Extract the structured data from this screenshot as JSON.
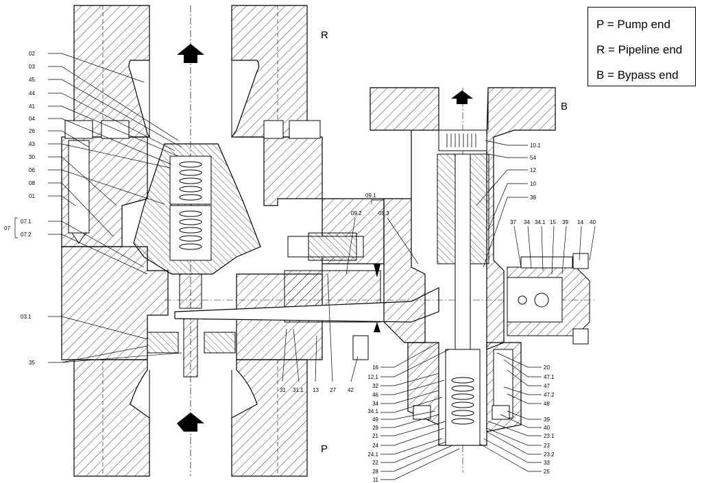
{
  "legend": [
    {
      "text": "P = Pump end"
    },
    {
      "text": "R = Pipeline end"
    },
    {
      "text": "B = Bypass end"
    }
  ],
  "port_letters": {
    "r": "R",
    "b": "B",
    "p": "P"
  },
  "left_labels": [
    "02",
    "03",
    "45",
    "44",
    "41",
    "04",
    "26",
    "43",
    "30",
    "06",
    "08",
    "01",
    "07.1",
    "07.2",
    "03.1",
    "35"
  ],
  "group_label_07": "07",
  "group_label_091": "09.1",
  "mid_labels": [
    "09.2",
    "09.3",
    "31",
    "31.1",
    "13",
    "27",
    "42"
  ],
  "top_right_labels": [
    "10.1",
    "54",
    "12",
    "10",
    "38",
    "37",
    "34",
    "34.1",
    "15",
    "39",
    "14",
    "40"
  ],
  "bottom_left_labels": [
    "16",
    "12.1",
    "32",
    "46",
    "34",
    "34.1",
    "49",
    "29",
    "21",
    "24",
    "24.1",
    "22",
    "28",
    "11"
  ],
  "bottom_right_labels": [
    "20",
    "47.1",
    "47",
    "47.2",
    "48",
    "39",
    "40",
    "23.1",
    "23",
    "23.2",
    "33",
    "25"
  ]
}
